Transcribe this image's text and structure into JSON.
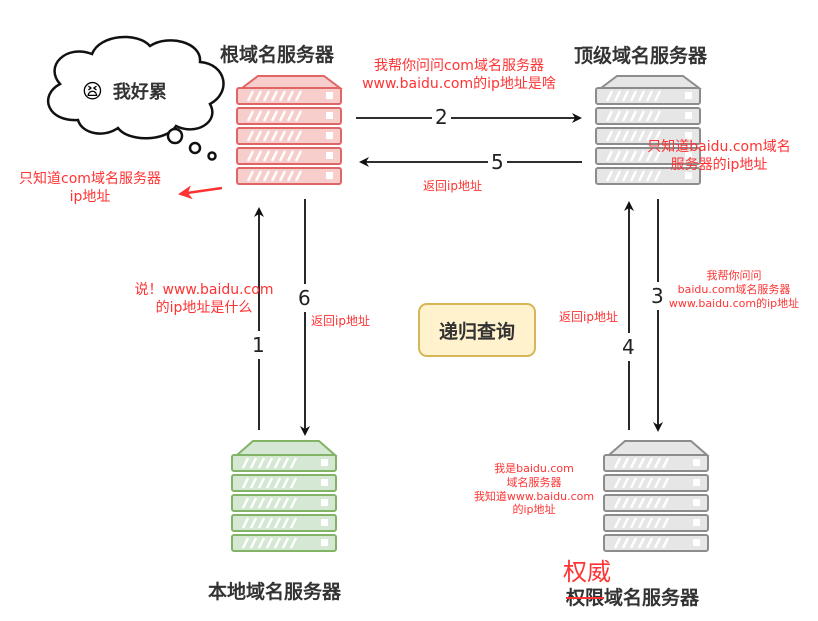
{
  "cloud": {
    "emoji": "😫",
    "text": "我好累"
  },
  "servers": {
    "root": {
      "title": "根域名服务器",
      "color": "#e06666",
      "fill": "#f8cecc"
    },
    "tld": {
      "title": "顶级域名服务器",
      "color": "#8c8c8c",
      "fill": "#e6e6e6"
    },
    "local": {
      "title": "本地域名服务器",
      "color": "#82b366",
      "fill": "#d5e8d4"
    },
    "auth": {
      "title": "权限域名服务器",
      "correction": "权威",
      "color": "#8c8c8c",
      "fill": "#e6e6e6"
    }
  },
  "notes": {
    "root_only_knows_line1": "只知道com域名服务器",
    "root_only_knows_line2": "ip地址",
    "ask_com_line1": "我帮你问问com域名服务器",
    "ask_com_line2": "www.baidu.com的ip地址是啥",
    "tld_only_knows_line1": "只知道baidu.com域名",
    "tld_only_knows_line2": "服务器的ip地址",
    "return_ip_5": "返回ip地址",
    "ask_baidu_line1": "我帮你问问",
    "ask_baidu_line2": "baidu.com域名服务器",
    "ask_baidu_line3": "www.baidu.com的ip地址",
    "say_line1": "说！www.baidu.com",
    "say_line2": "的ip地址是什么",
    "return_ip_6": "返回ip地址",
    "return_ip_4": "返回ip地址",
    "auth_line1": "我是baidu.com",
    "auth_line2": "域名服务器",
    "auth_line3": "我知道www.baidu.com",
    "auth_line4": "的ip地址"
  },
  "steps": {
    "s1": "1",
    "s2": "2",
    "s3": "3",
    "s4": "4",
    "s5": "5",
    "s6": "6"
  },
  "badge": "递归查询"
}
